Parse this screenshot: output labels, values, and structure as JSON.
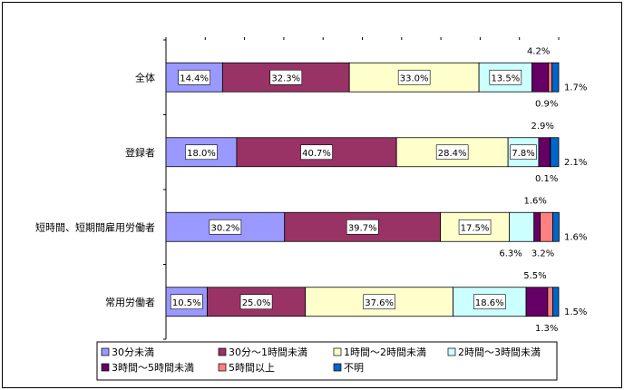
{
  "chart_data": {
    "type": "bar",
    "orientation": "horizontal",
    "stacked": "percent",
    "categories": [
      "全体",
      "登録者",
      "短時間、短期間雇用労働者",
      "常用労働者"
    ],
    "series": [
      {
        "name": "30分未満",
        "color": "#9999ff",
        "values": [
          14.4,
          18.0,
          30.2,
          10.5
        ]
      },
      {
        "name": "30分～1時間未満",
        "color": "#993366",
        "values": [
          32.3,
          40.7,
          39.7,
          25.0
        ]
      },
      {
        "name": "1時間～2時間未満",
        "color": "#ffffcc",
        "values": [
          33.0,
          28.4,
          17.5,
          37.6
        ]
      },
      {
        "name": "2時間～3時間未満",
        "color": "#ccffff",
        "values": [
          13.5,
          7.8,
          6.3,
          18.6
        ]
      },
      {
        "name": "3時間～5時間未満",
        "color": "#660066",
        "values": [
          4.2,
          2.9,
          1.6,
          5.5
        ]
      },
      {
        "name": "5時間以上",
        "color": "#ff8080",
        "values": [
          0.9,
          0.1,
          3.2,
          1.3
        ]
      },
      {
        "name": "不明",
        "color": "#0066cc",
        "values": [
          1.7,
          2.1,
          1.6,
          1.5
        ]
      }
    ],
    "data_labels": [
      {
        "inside": [
          "14.4%",
          "32.3%",
          "33.0%",
          "13.5%"
        ],
        "top": "4.2%",
        "bottom": "0.9%",
        "right": "1.7%"
      },
      {
        "inside": [
          "18.0%",
          "40.7%",
          "28.4%",
          "7.8%"
        ],
        "top": "2.9%",
        "bottom": "0.1%",
        "right": "2.1%"
      },
      {
        "inside": [
          "30.2%",
          "39.7%",
          "17.5%"
        ],
        "top": "1.6%",
        "bottom_left": "6.3%",
        "bottom": "3.2%",
        "right": "1.6%"
      },
      {
        "inside": [
          "10.5%",
          "25.0%",
          "37.6%",
          "18.6%"
        ],
        "top": "5.5%",
        "bottom": "1.3%",
        "right": "1.5%"
      }
    ],
    "xlim": [
      0,
      100
    ],
    "grid": false,
    "legend_position": "bottom"
  }
}
